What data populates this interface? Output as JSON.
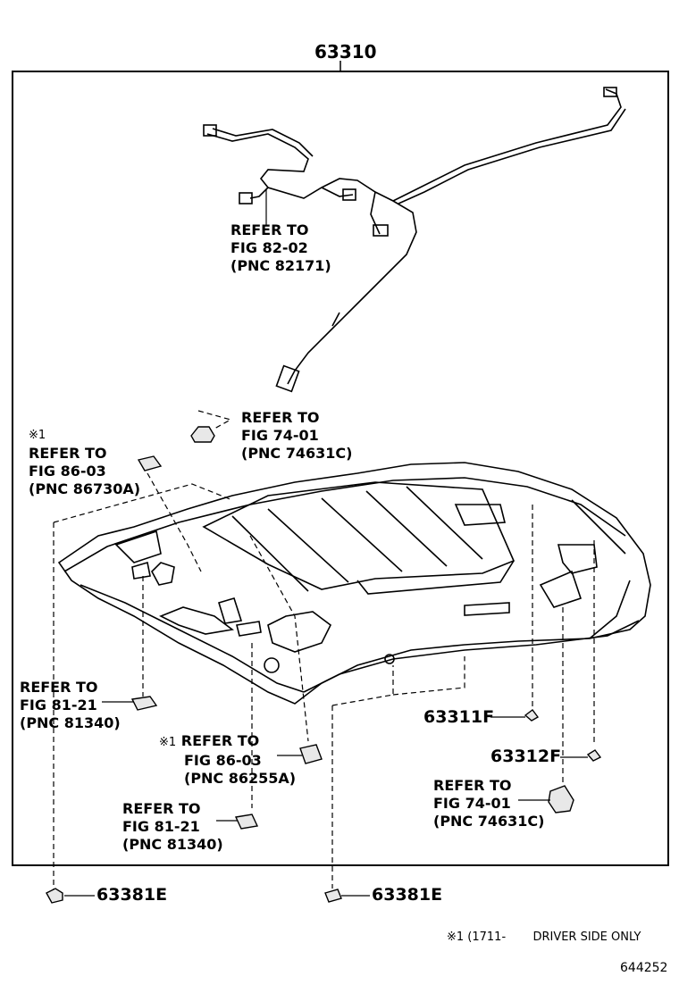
{
  "main_part_number": "63310",
  "wire_harness_ref": {
    "line1": "REFER TO",
    "line2": "FIG 82-02",
    "line3": "(PNC 82171)"
  },
  "lamp_top_ref": {
    "line1": "REFER TO",
    "line2": "FIG 74-01",
    "line3": "(PNC 74631C)"
  },
  "visor_holder_ref": {
    "note": "※1",
    "line1": "REFER TO",
    "line2": "FIG 86-03",
    "line3": "(PNC 86730A)"
  },
  "clip_left_ref": {
    "line1": "REFER TO",
    "line2": "FIG 81-21",
    "line3": "(PNC 81340)"
  },
  "holder_mid_ref": {
    "note": "※1",
    "line1": "REFER TO",
    "line2": "FIG 86-03",
    "line3": "(PNC 86255A)"
  },
  "clip_mid_ref": {
    "line1": "REFER TO",
    "line2": "FIG 81-21",
    "line3": "(PNC 81340)"
  },
  "lamp_right_ref": {
    "line1": "REFER TO",
    "line2": "FIG 74-01",
    "line3": "(PNC 74631C)"
  },
  "part_63311F": "63311F",
  "part_63312F": "63312F",
  "part_63381E_left": "63381E",
  "part_63381E_mid": "63381E",
  "footnote": {
    "mark": "※1 (1711-",
    "text": "DRIVER SIDE ONLY"
  },
  "illustration_number": "644252"
}
